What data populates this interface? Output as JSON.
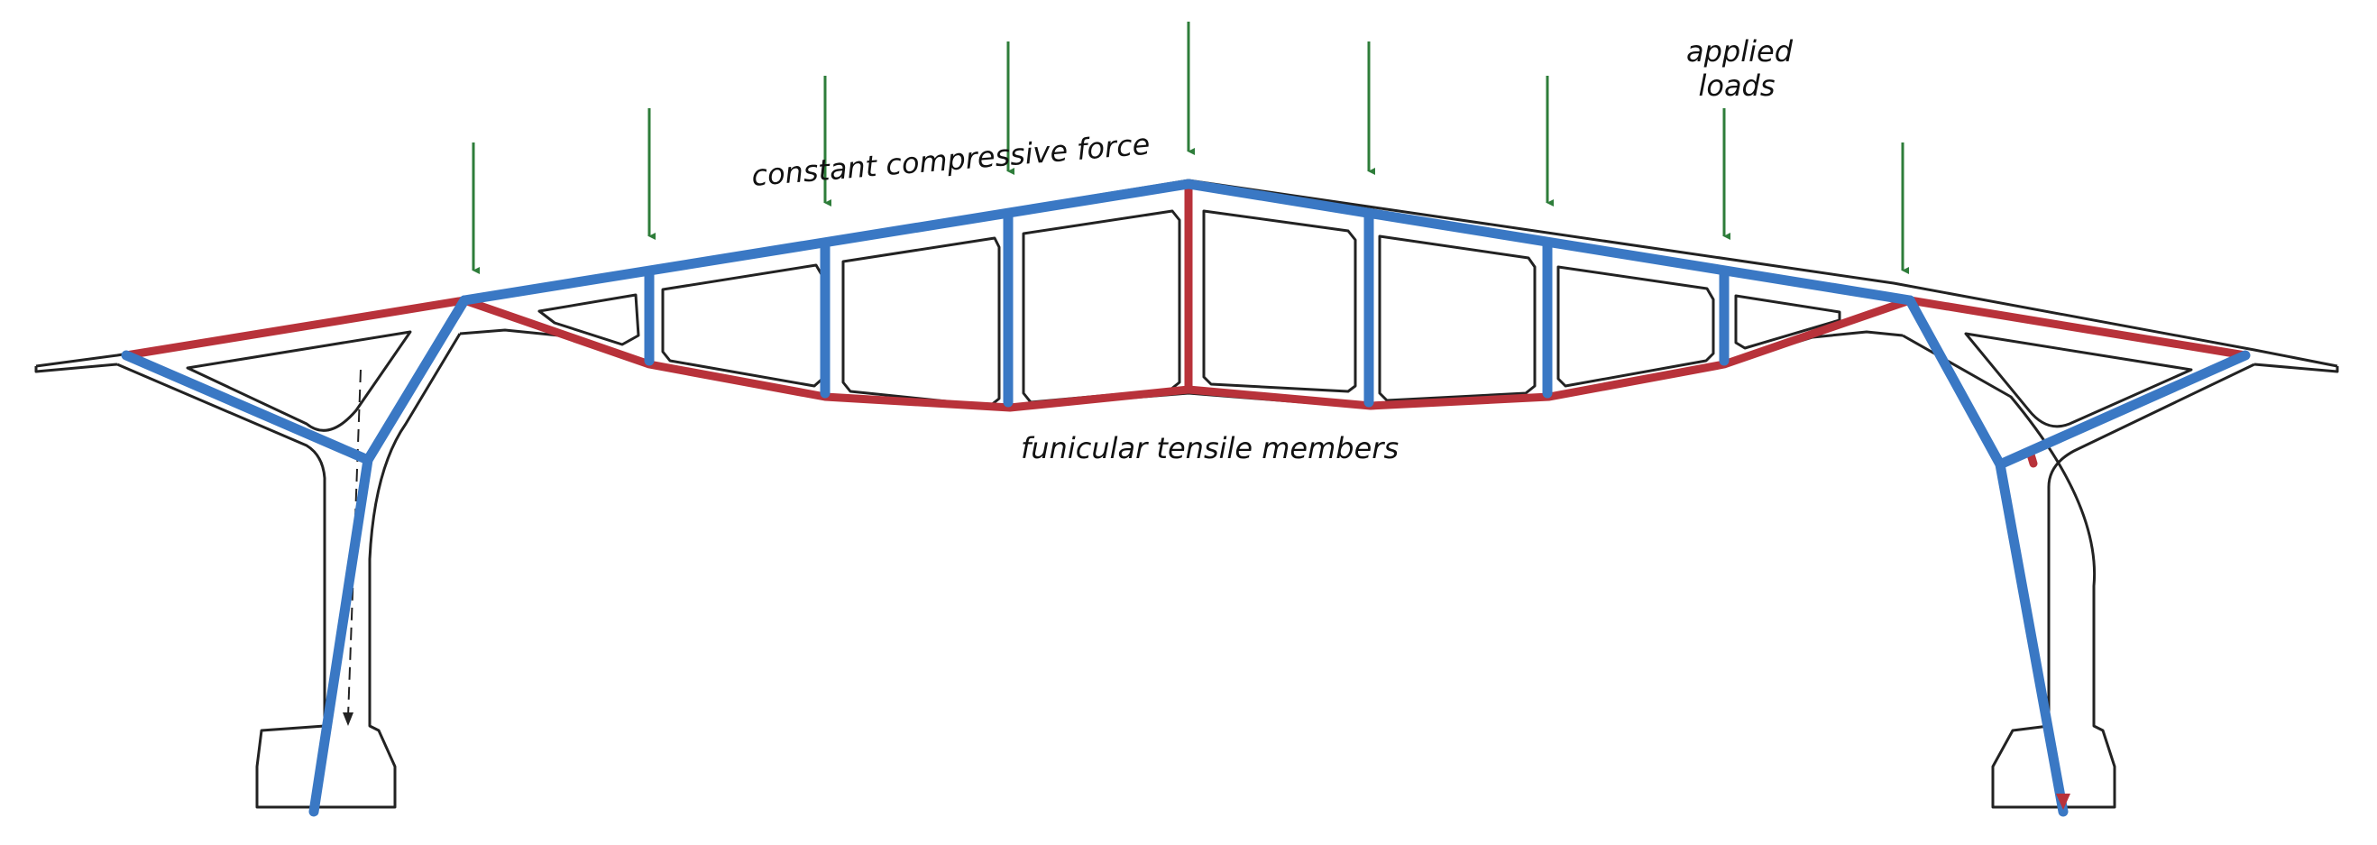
{
  "labels": {
    "compressive": "constant compressive force",
    "tensile": "funicular tensile members",
    "applied_line1": "applied",
    "applied_line2": "loads"
  },
  "colors": {
    "compression": "#3a78c4",
    "tension": "#b8323a",
    "load_arrow": "#2e7d3a",
    "outline": "#222222"
  }
}
